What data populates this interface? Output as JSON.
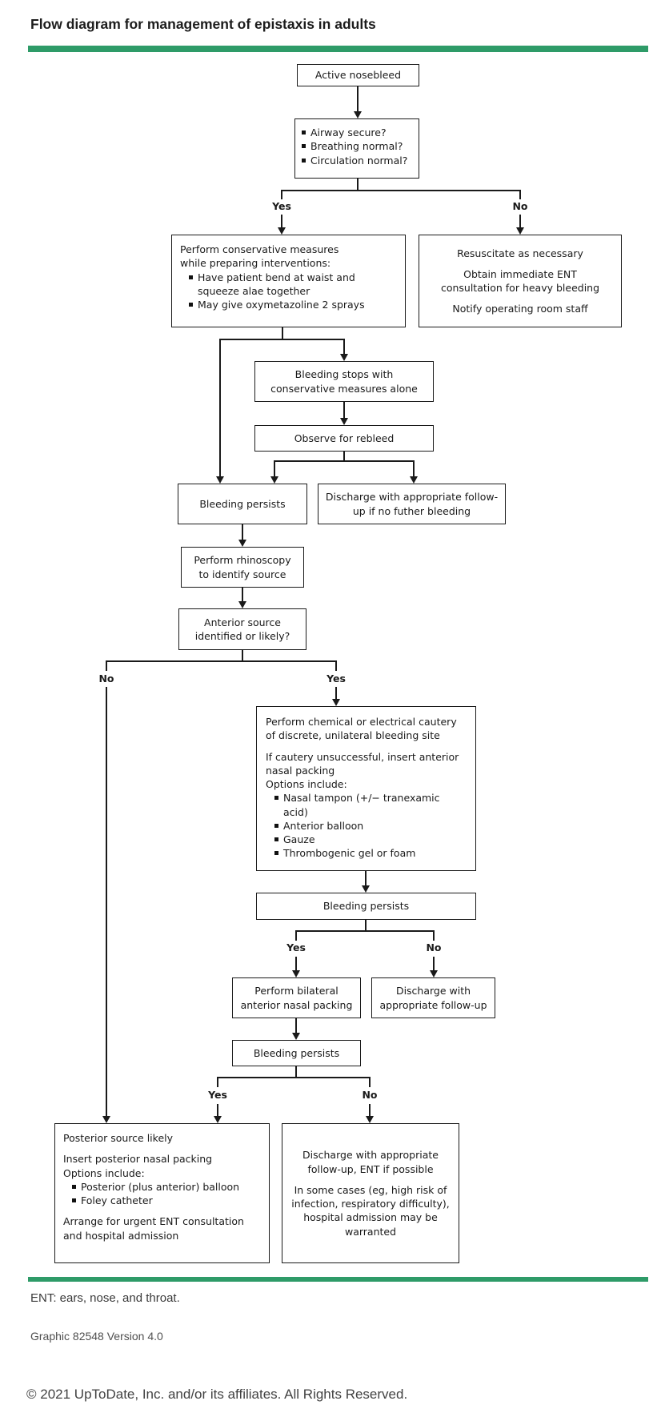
{
  "header": {
    "title": "Flow diagram for management of epistaxis in adults"
  },
  "labels": {
    "yes": "Yes",
    "no": "No"
  },
  "colors": {
    "accent_green": "#2e9b68",
    "line": "#1a1a1a",
    "box_bg": "#ffffff"
  },
  "nodes": {
    "active_nosebleed": {
      "text": "Active nosebleed"
    },
    "abc_check": {
      "items": [
        "Airway secure?",
        "Breathing normal?",
        "Circulation normal?"
      ]
    },
    "conservative": {
      "intro": "Perform conservative measures while preparing interventions:",
      "items": [
        "Have patient bend at waist and squeeze alae together",
        "May give oxymetazoline 2 sprays"
      ]
    },
    "resuscitate": {
      "lines": [
        "Resuscitate as necessary",
        "Obtain immediate ENT consultation for heavy bleeding",
        "Notify operating room staff"
      ]
    },
    "bleeding_stops": {
      "text": "Bleeding stops with conservative measures alone"
    },
    "observe_rebleed": {
      "text": "Observe for rebleed"
    },
    "bleeding_persists_1": {
      "text": "Bleeding persists"
    },
    "discharge_1": {
      "text": "Discharge with appropriate follow-up if no futher bleeding"
    },
    "rhinoscopy": {
      "text": "Perform rhinoscopy to identify source"
    },
    "anterior_source": {
      "text": "Anterior source identified or likely?"
    },
    "cautery": {
      "para1": "Perform chemical or electrical cautery of discrete, unilateral bleeding site",
      "para2": "If cautery unsuccessful, insert anterior nasal packing",
      "para3": "Options include:",
      "items": [
        "Nasal tampon (+/− tranexamic acid)",
        "Anterior balloon",
        "Gauze",
        "Thrombogenic gel or foam"
      ]
    },
    "bleeding_persists_2": {
      "text": "Bleeding persists"
    },
    "bilateral_packing": {
      "text": "Perform bilateral anterior nasal packing"
    },
    "discharge_2": {
      "text": "Discharge with appropriate follow-up"
    },
    "bleeding_persists_3": {
      "text": "Bleeding persists"
    },
    "posterior": {
      "line1": "Posterior source likely",
      "line2": "Insert posterior nasal packing",
      "line3": "Options include:",
      "items": [
        "Posterior (plus anterior) balloon",
        "Foley catheter"
      ],
      "line4": "Arrange for urgent ENT consultation and hospital admission"
    },
    "discharge_3": {
      "para1": "Discharge with appropriate follow-up, ENT if possible",
      "para2": "In some cases (eg, high risk of infection, respiratory difficulty), hospital admission may be warranted"
    }
  },
  "footer": {
    "abbreviation": "ENT: ears, nose, and throat.",
    "graphic_version": "Graphic 82548 Version 4.0",
    "copyright": "© 2021 UpToDate, Inc. and/or its affiliates. All Rights Reserved."
  }
}
